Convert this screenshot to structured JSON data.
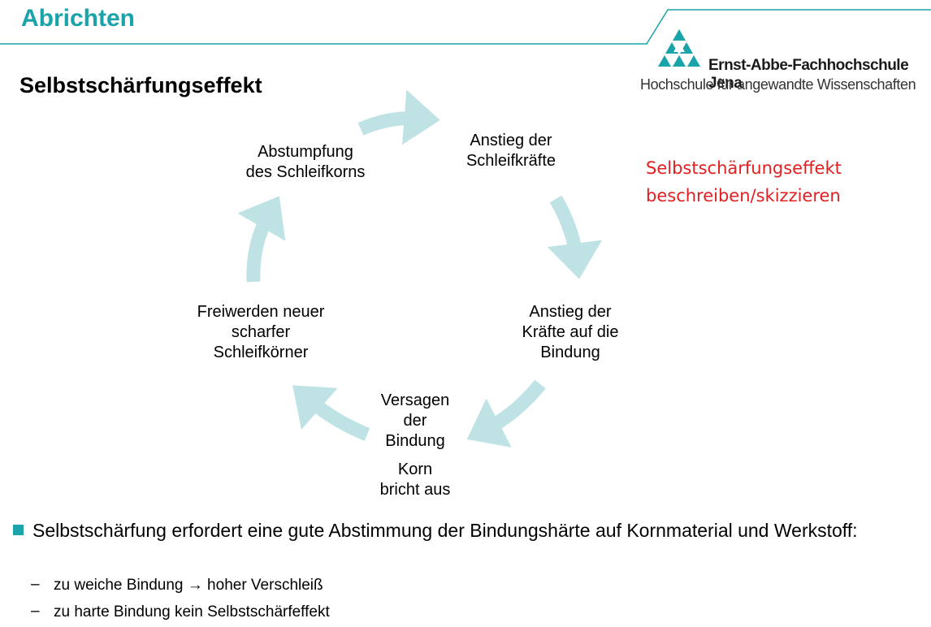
{
  "header": {
    "title": "Abrichten"
  },
  "logo": {
    "name": "Ernst-Abbe-Fachhochschule Jena",
    "subtitle": "Hochschule für angewandte Wissenschaften",
    "color": "#1aa3a8"
  },
  "section_title": "Selbstschärfungseffekt",
  "cycle": {
    "top_left": "Abstumpfung\ndes Schleifkorns",
    "top_right": "Anstieg der\nSchleifkräfte",
    "right": "Anstieg der\nKräfte auf die\nBindung",
    "bottom": "Versagen\nder\nBindung",
    "bottom_extra": "Korn\nbricht aus",
    "left": "Freiwerden neuer\nscharfer\nSchleifkörner",
    "arrow_color": "#bfe3e5"
  },
  "note": "Selbstschärfungseffekt\nbeschreiben/skizzieren",
  "bullet": {
    "text": "Selbstschärfung erfordert eine gute Abstimmung der Bindungshärte auf Kornmaterial und Werkstoff:",
    "sub_items": [
      "zu weiche Bindung → hoher Verschleiß",
      "zu harte Bindung kein Selbstschärfeffekt"
    ],
    "dash": "–"
  }
}
